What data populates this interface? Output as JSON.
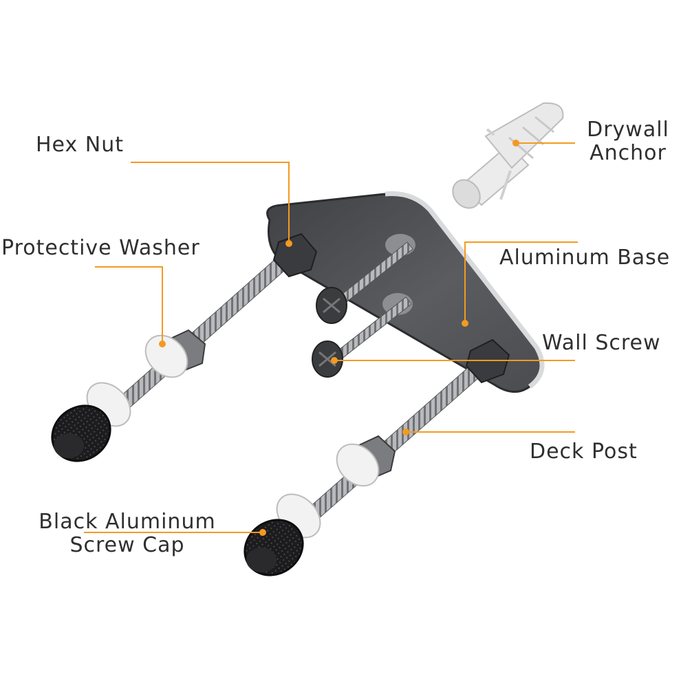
{
  "labels": {
    "hex_nut": "Hex Nut",
    "drywall_anchor": "Drywall\nAnchor",
    "protective_washer": "Protective Washer",
    "aluminum_base": "Aluminum Base",
    "wall_screw": "Wall Screw",
    "deck_post": "Deck Post",
    "black_cap": "Black Aluminum\nScrew Cap"
  },
  "colors": {
    "leader_line": "#f39a21",
    "label_text": "#2f2f2f",
    "metal_dark": "#55575b",
    "metal_light": "#c9cbce",
    "washer": "#f2f2f2",
    "cap": "#1c1c1e",
    "anchor": "#ececec"
  }
}
